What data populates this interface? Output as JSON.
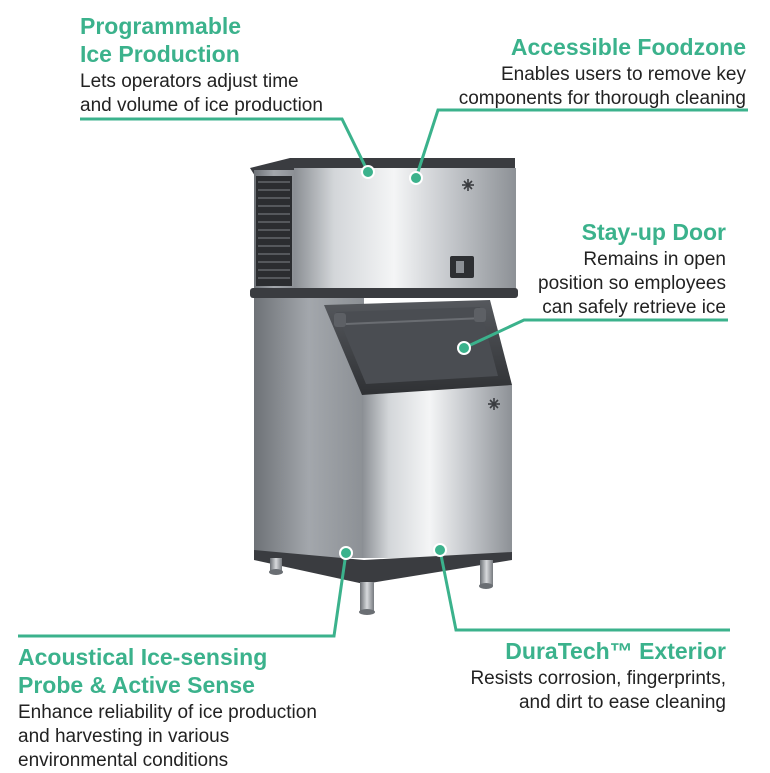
{
  "colors": {
    "accent": "#3bb28c",
    "text": "#222222",
    "steel_light": "#e6e8ea",
    "steel_dark": "#7d8186",
    "plastic_dark": "#3e4044"
  },
  "callouts": {
    "programmable": {
      "title": "Programmable\nIce Production",
      "desc": "Lets operators adjust time\nand volume of ice production"
    },
    "foodzone": {
      "title": "Accessible Foodzone",
      "desc": "Enables users to remove key\ncomponents for thorough cleaning"
    },
    "door": {
      "title": "Stay-up Door",
      "desc": "Remains in open\nposition so employees\ncan safely retrieve ice"
    },
    "probe": {
      "title": "Acoustical Ice-sensing\nProbe & Active Sense",
      "desc": "Enhance reliability of ice production\nand harvesting in various\nenvironmental conditions"
    },
    "duratech": {
      "title": "DuraTech™ Exterior",
      "desc": "Resists corrosion, fingerprints,\nand dirt to ease cleaning"
    }
  },
  "icons": [
    "snowflake-logo-icon",
    "snowflake-logo-icon",
    "power-switch-icon"
  ]
}
